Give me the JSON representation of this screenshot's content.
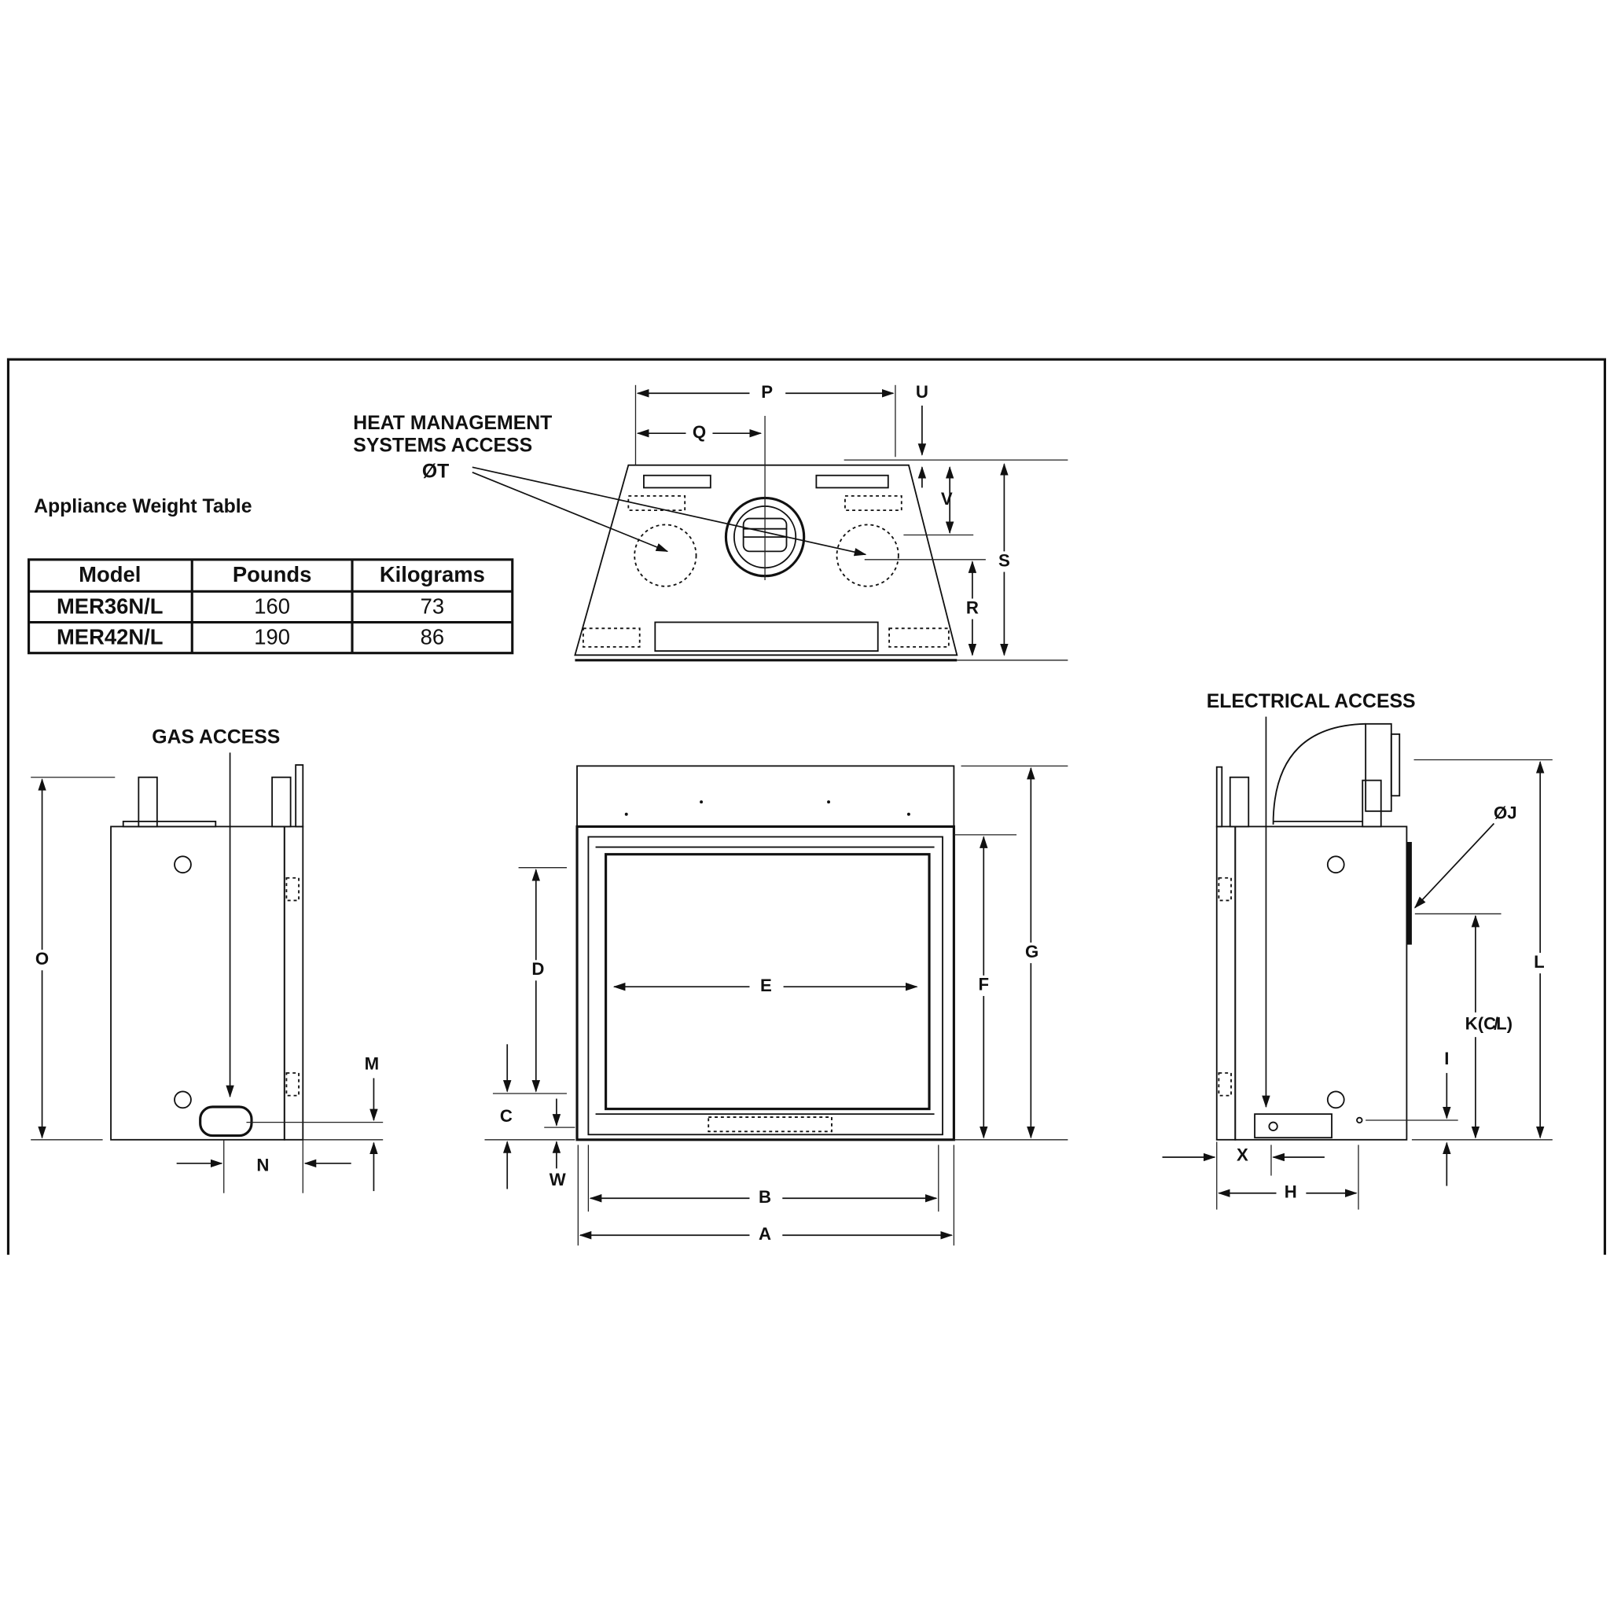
{
  "weight_table": {
    "title": "Appliance Weight Table",
    "headers": [
      "Model",
      "Pounds",
      "Kilograms"
    ],
    "rows": [
      [
        "MER36N/L",
        "160",
        "73"
      ],
      [
        "MER42N/L",
        "190",
        "86"
      ]
    ]
  },
  "callouts": {
    "heat_line1": "HEAT MANAGEMENT",
    "heat_line2": "SYSTEMS ACCESS",
    "heat_dim": "ØT",
    "gas": "GAS ACCESS",
    "electrical": "ELECTRICAL ACCESS"
  },
  "dimensions": {
    "A": "A",
    "B": "B",
    "C": "C",
    "D": "D",
    "E": "E",
    "F": "F",
    "G": "G",
    "H": "H",
    "I": "I",
    "J": "ØJ",
    "K": "K(C̸L)",
    "L": "L",
    "M": "M",
    "N": "N",
    "O": "O",
    "P": "P",
    "Q": "Q",
    "R": "R",
    "S": "S",
    "U": "U",
    "V": "V",
    "W": "W",
    "X": "X"
  }
}
